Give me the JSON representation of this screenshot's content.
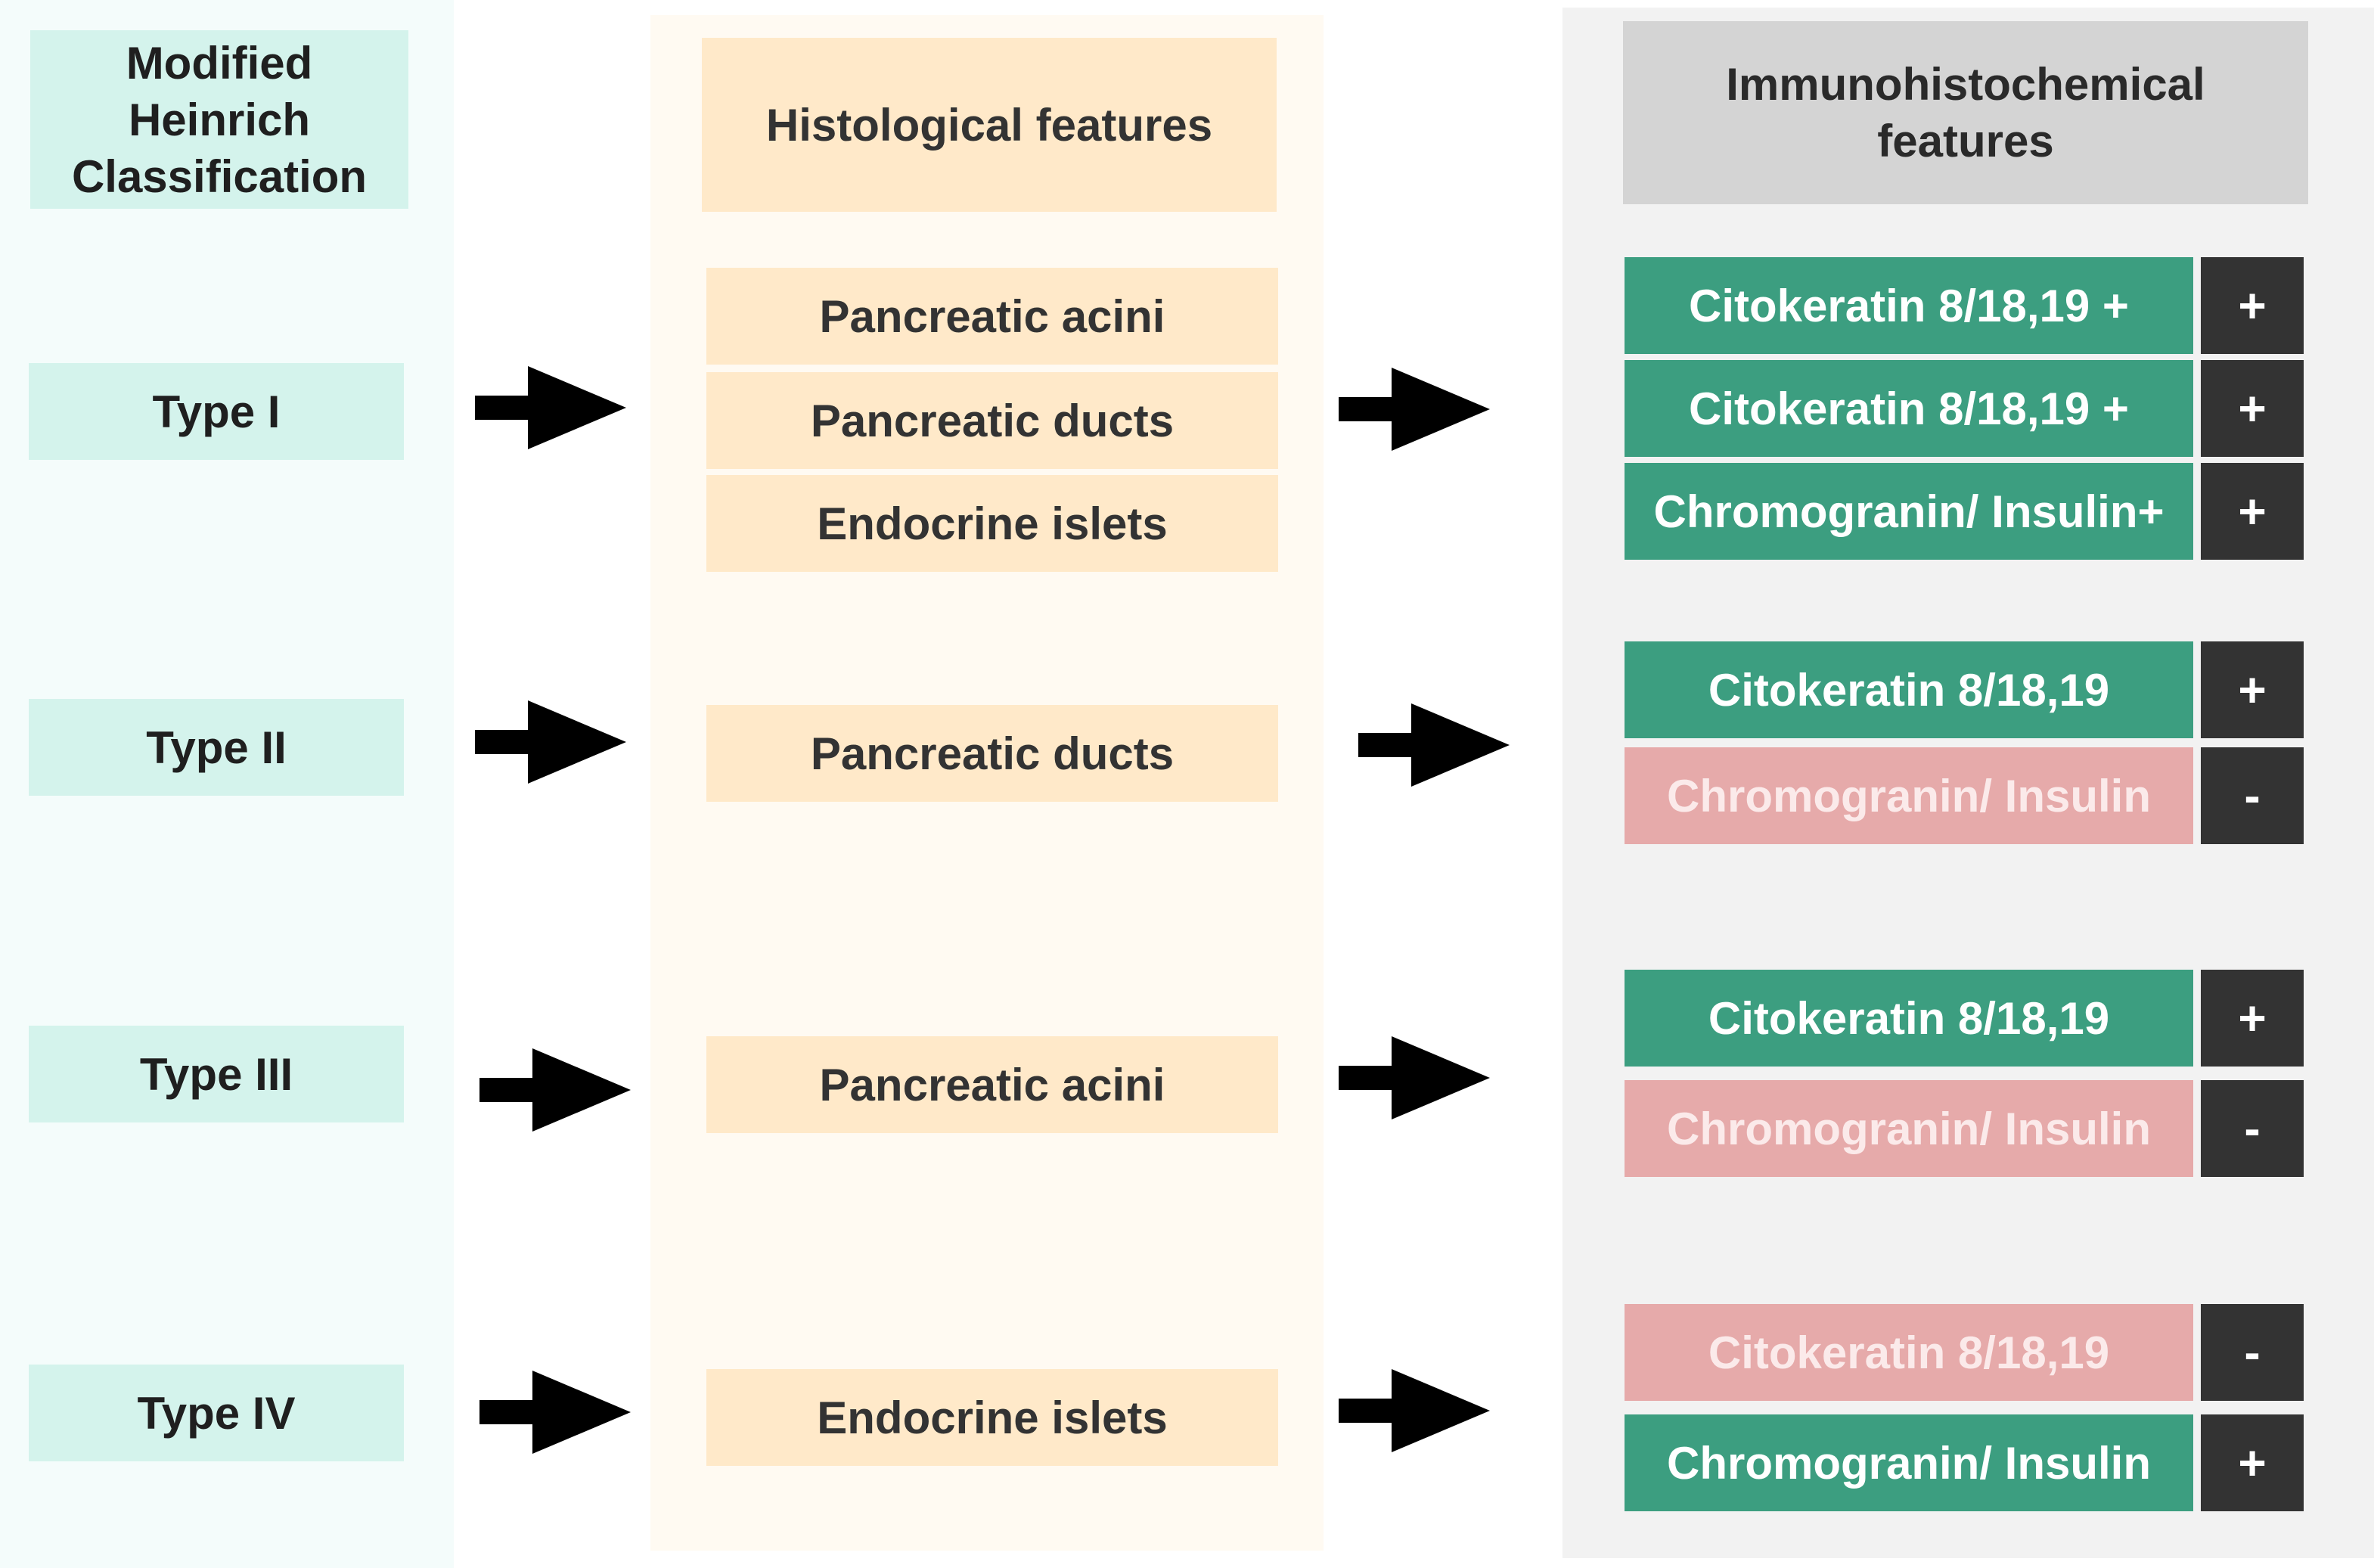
{
  "headers": {
    "classification": "Modified Heinrich Classification",
    "histological": "Histological features",
    "immunohistochemical": "Immunohistochemical features"
  },
  "types": [
    {
      "label": "Type I",
      "histology": [
        "Pancreatic acini",
        "Pancreatic ducts",
        "Endocrine islets"
      ],
      "markers": [
        {
          "label": "Citokeratin 8/18,19 +",
          "sign": "+"
        },
        {
          "label": "Citokeratin 8/18,19 +",
          "sign": "+"
        },
        {
          "label": "Chromogranin/ Insulin+",
          "sign": "+"
        }
      ]
    },
    {
      "label": "Type II",
      "histology": [
        "Pancreatic ducts"
      ],
      "markers": [
        {
          "label": "Citokeratin 8/18,19",
          "sign": "+"
        },
        {
          "label": "Chromogranin/ Insulin",
          "sign": "-"
        }
      ]
    },
    {
      "label": "Type III",
      "histology": [
        "Pancreatic acini"
      ],
      "markers": [
        {
          "label": "Citokeratin 8/18,19",
          "sign": "+"
        },
        {
          "label": "Chromogranin/ Insulin",
          "sign": "-"
        }
      ]
    },
    {
      "label": "Type IV",
      "histology": [
        "Endocrine islets"
      ],
      "markers": [
        {
          "label": "Citokeratin 8/18,19",
          "sign": "-"
        },
        {
          "label": "Chromogranin/ Insulin",
          "sign": "+"
        }
      ]
    }
  ],
  "colors": {
    "positive": "#3c9e80",
    "negative": "#e6aaaa",
    "sign_box": "#333333",
    "classification_box": "#d4f3ec",
    "histology_box": "#ffe9c9",
    "header_grey": "#d4d4d4"
  }
}
